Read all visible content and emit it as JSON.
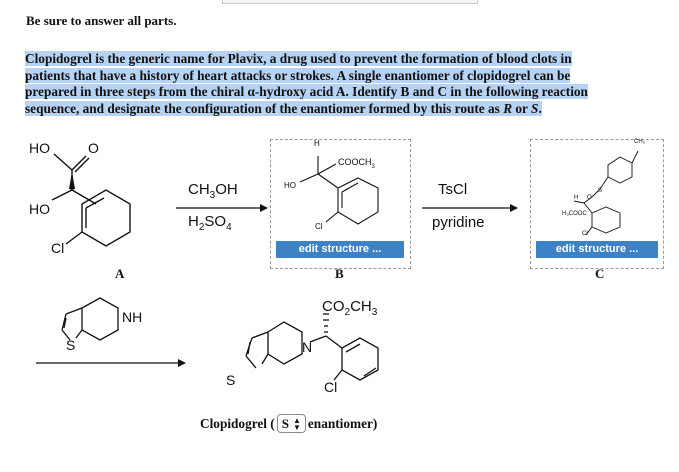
{
  "instruction": "Be sure to answer all parts.",
  "question": {
    "line1": "Clopidogrel is the generic name for Plavix, a drug used to prevent the formation of blood clots in",
    "line2": "patients that have a history of heart attacks or strokes. A single enantiomer of clopidogrel can be",
    "line3": "prepared in three steps from the chiral α-hydroxy acid A. Identify B and C in the following reaction",
    "line4a": "sequence, and designate the configuration of the enantiomer formed by this route as ",
    "r": "R",
    "or": " or ",
    "s": "S",
    "period": "."
  },
  "compound_a": {
    "label": "A",
    "ho_top": "HO",
    "ho_left": "HO",
    "cl": "Cl"
  },
  "step1": {
    "reagent_top": "CH",
    "reagent_top_sub": "3",
    "reagent_top_tail": "OH",
    "reagent_bottom": "H",
    "reagent_bottom_sub": "2",
    "reagent_bottom_tail": "SO",
    "reagent_bottom_sub2": "4"
  },
  "compound_b": {
    "label": "B",
    "edit_button": "edit structure ...",
    "h": "H",
    "cooch3": "COOCH",
    "cooch3_sub": "3",
    "ho": "HO",
    "cl": "Cl"
  },
  "step2": {
    "reagent_top": "TsCl",
    "reagent_bottom": "pyridine"
  },
  "compound_c": {
    "label": "C",
    "edit_button": "edit structure ...",
    "ch3": "CH₃",
    "h3cooc": "H₃COOC",
    "cl": "Cl",
    "h": "H",
    "o": "O",
    "s": "S"
  },
  "amine": {
    "nh": "NH",
    "s": "S"
  },
  "clopidogrel": {
    "co2ch3": "CO",
    "co2ch3_sub": "2",
    "co2ch3_tail": "CH",
    "co2ch3_sub2": "3",
    "n": "N",
    "s": "S",
    "cl": "Cl"
  },
  "footer": {
    "name": "Clopidogrel (",
    "selected": "S",
    "suffix": "enantiomer)"
  },
  "colors": {
    "highlight": "#b7d3f3",
    "button": "#3e82c6"
  }
}
